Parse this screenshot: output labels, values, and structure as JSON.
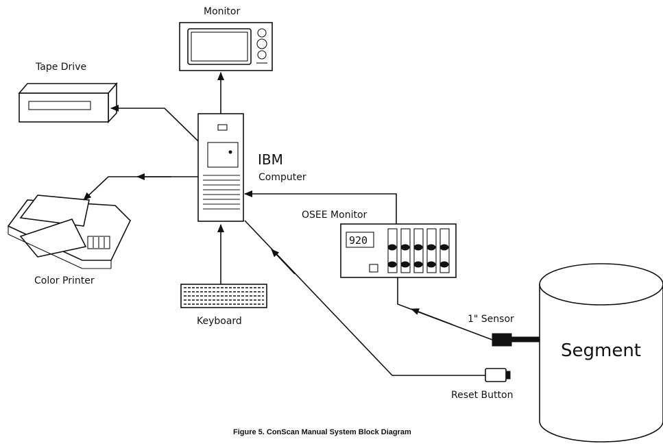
{
  "diagram": {
    "labels": {
      "monitor": "Monitor",
      "tape_drive": "Tape Drive",
      "ibm": "IBM",
      "computer": "Computer",
      "color_printer": "Color Printer",
      "keyboard": "Keyboard",
      "osee_monitor": "OSEE Monitor",
      "osee_readout": "920",
      "sensor": "1\" Sensor",
      "segment": "Segment",
      "reset_button": "Reset Button"
    },
    "caption": "Figure 5.  ConScan Manual System Block Diagram"
  }
}
